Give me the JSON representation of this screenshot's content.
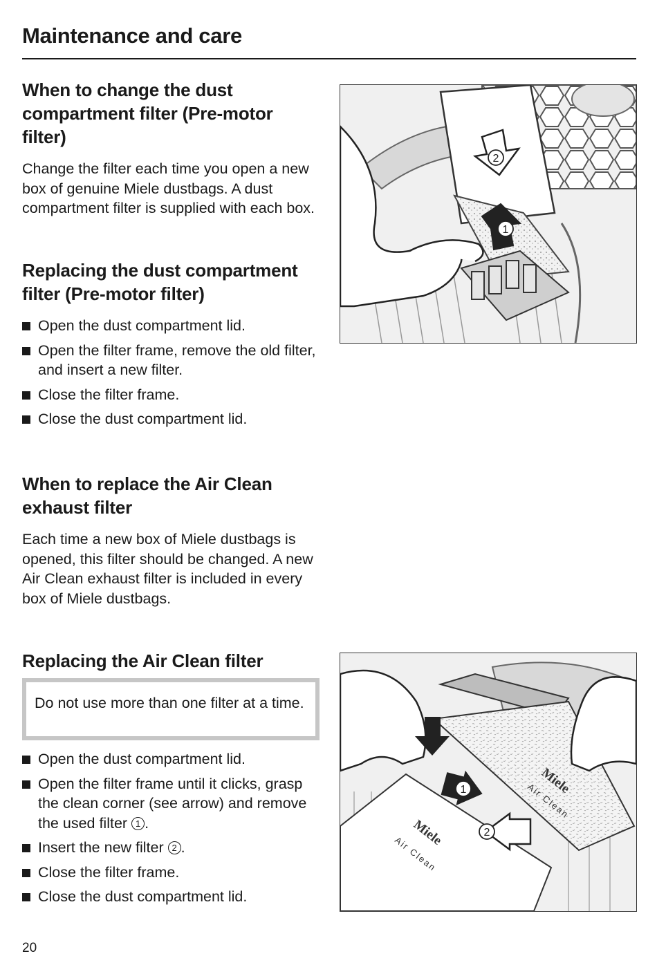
{
  "page": {
    "title": "Maintenance and care",
    "page_number": "20"
  },
  "sections": {
    "s1": {
      "heading": "When to change the dust compartment filter (Pre-motor filter)",
      "body": "Change the filter each time you open a new box of genuine Miele dustbags.  A dust compartment filter is supplied with each box."
    },
    "s2": {
      "heading": "Replacing the dust compartment filter (Pre-motor filter)",
      "steps": [
        "Open the dust compartment lid.",
        "Open the filter frame, remove the old filter, and insert a new filter.",
        "Close the filter frame.",
        "Close the dust compartment lid."
      ]
    },
    "s3": {
      "heading": "When to replace the Air Clean exhaust filter",
      "body": "Each time a new box of Miele dustbags is opened, this filter should be changed. A new Air Clean exhaust filter is included in every box of Miele dustbags."
    },
    "s4": {
      "heading": "Replacing the Air Clean filter",
      "note": "Do not use more than one filter at a time.",
      "steps": [
        "Open the dust compartment lid.",
        "Open the filter frame until it clicks, grasp the clean corner  (see arrow) and  remove the used filter",
        "Insert the new filter",
        "Close the filter frame.",
        "Close the dust compartment lid."
      ],
      "step2_marker": "1",
      "step3_marker": "2",
      "step2_end": ".",
      "step3_end": "."
    }
  },
  "figures": {
    "fig1": {
      "label_1": "1",
      "label_2": "2"
    },
    "fig2": {
      "label_1": "1",
      "label_2": "2",
      "brand": "Miele",
      "product": "Air Clean"
    }
  }
}
